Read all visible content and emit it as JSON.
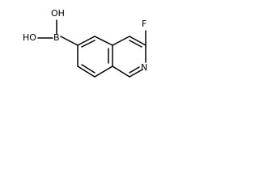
{
  "molecule": {
    "atoms": {
      "oh_top": "OH",
      "oh_bottom": "HO",
      "boron": "B",
      "fluorine": "F",
      "nitrogen": "N"
    }
  }
}
